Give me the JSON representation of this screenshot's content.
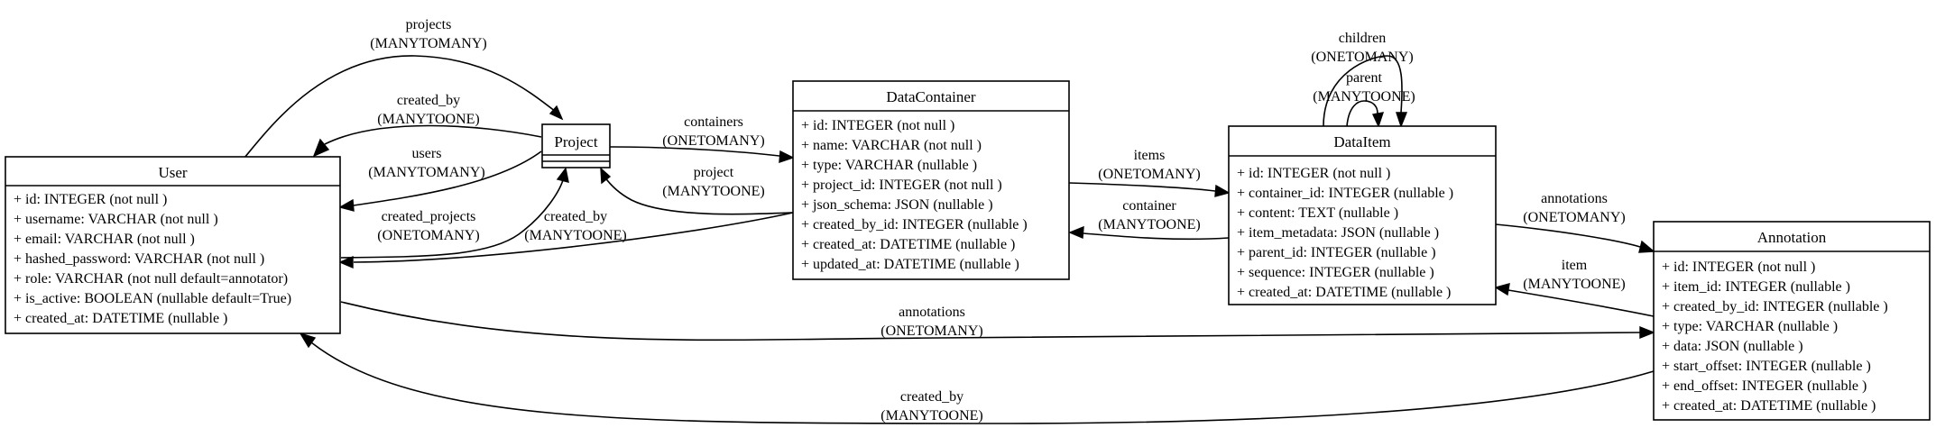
{
  "entities": {
    "user": {
      "title": "User",
      "fields": [
        "+ id: INTEGER (not null )",
        "+ username: VARCHAR (not null )",
        "+ email: VARCHAR (not null )",
        "+ hashed_password: VARCHAR (not null )",
        "+ role: VARCHAR (not null default=annotator)",
        "+ is_active: BOOLEAN (nullable default=True)",
        "+ created_at: DATETIME (nullable )"
      ]
    },
    "project": {
      "title": "Project",
      "fields": []
    },
    "datacontainer": {
      "title": "DataContainer",
      "fields": [
        "+ id: INTEGER (not null )",
        "+ name: VARCHAR (not null )",
        "+ type: VARCHAR (nullable )",
        "+ project_id: INTEGER (not null )",
        "+ json_schema: JSON (nullable )",
        "+ created_by_id: INTEGER (nullable )",
        "+ created_at: DATETIME (nullable )",
        "+ updated_at: DATETIME (nullable )"
      ]
    },
    "dataitem": {
      "title": "DataItem",
      "fields": [
        "+ id: INTEGER (not null )",
        "+ container_id: INTEGER (nullable )",
        "+ content: TEXT (nullable )",
        "+ item_metadata: JSON (nullable )",
        "+ parent_id: INTEGER (nullable )",
        "+ sequence: INTEGER (nullable )",
        "+ created_at: DATETIME (nullable )"
      ]
    },
    "annotation": {
      "title": "Annotation",
      "fields": [
        "+ id: INTEGER (not null )",
        "+ item_id: INTEGER (nullable )",
        "+ created_by_id: INTEGER (nullable )",
        "+ type: VARCHAR (nullable )",
        "+ data: JSON (nullable )",
        "+ start_offset: INTEGER (nullable )",
        "+ end_offset: INTEGER (nullable )",
        "+ created_at: DATETIME (nullable )"
      ]
    }
  },
  "edges": {
    "user_projects": {
      "name": "projects",
      "type": "(MANYTOMANY)"
    },
    "project_created_by": {
      "name": "created_by",
      "type": "(MANYTOONE)"
    },
    "project_users": {
      "name": "users",
      "type": "(MANYTOMANY)"
    },
    "user_created_projects": {
      "name": "created_projects",
      "type": "(ONETOMANY)"
    },
    "datacontainer_created_by": {
      "name": "created_by",
      "type": "(MANYTOONE)"
    },
    "project_containers": {
      "name": "containers",
      "type": "(ONETOMANY)"
    },
    "datacontainer_project": {
      "name": "project",
      "type": "(MANYTOONE)"
    },
    "datacontainer_items": {
      "name": "items",
      "type": "(ONETOMANY)"
    },
    "dataitem_container": {
      "name": "container",
      "type": "(MANYTOONE)"
    },
    "dataitem_children": {
      "name": "children",
      "type": "(ONETOMANY)"
    },
    "dataitem_parent": {
      "name": "parent",
      "type": "(MANYTOONE)"
    },
    "dataitem_annotations": {
      "name": "annotations",
      "type": "(ONETOMANY)"
    },
    "annotation_item": {
      "name": "item",
      "type": "(MANYTOONE)"
    },
    "user_annotations": {
      "name": "annotations",
      "type": "(ONETOMANY)"
    },
    "annotation_created_by": {
      "name": "created_by",
      "type": "(MANYTOONE)"
    }
  }
}
